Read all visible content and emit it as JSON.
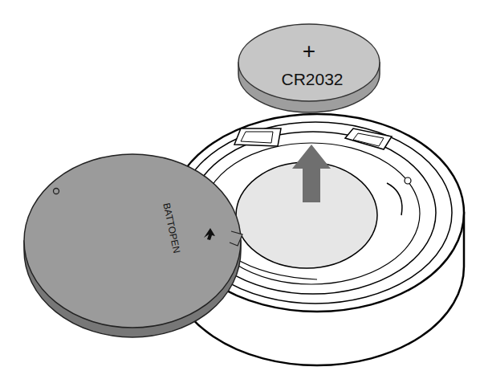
{
  "diagram": {
    "labels": [
      "+",
      "CR2032",
      "BATTOPEN"
    ]
  }
}
